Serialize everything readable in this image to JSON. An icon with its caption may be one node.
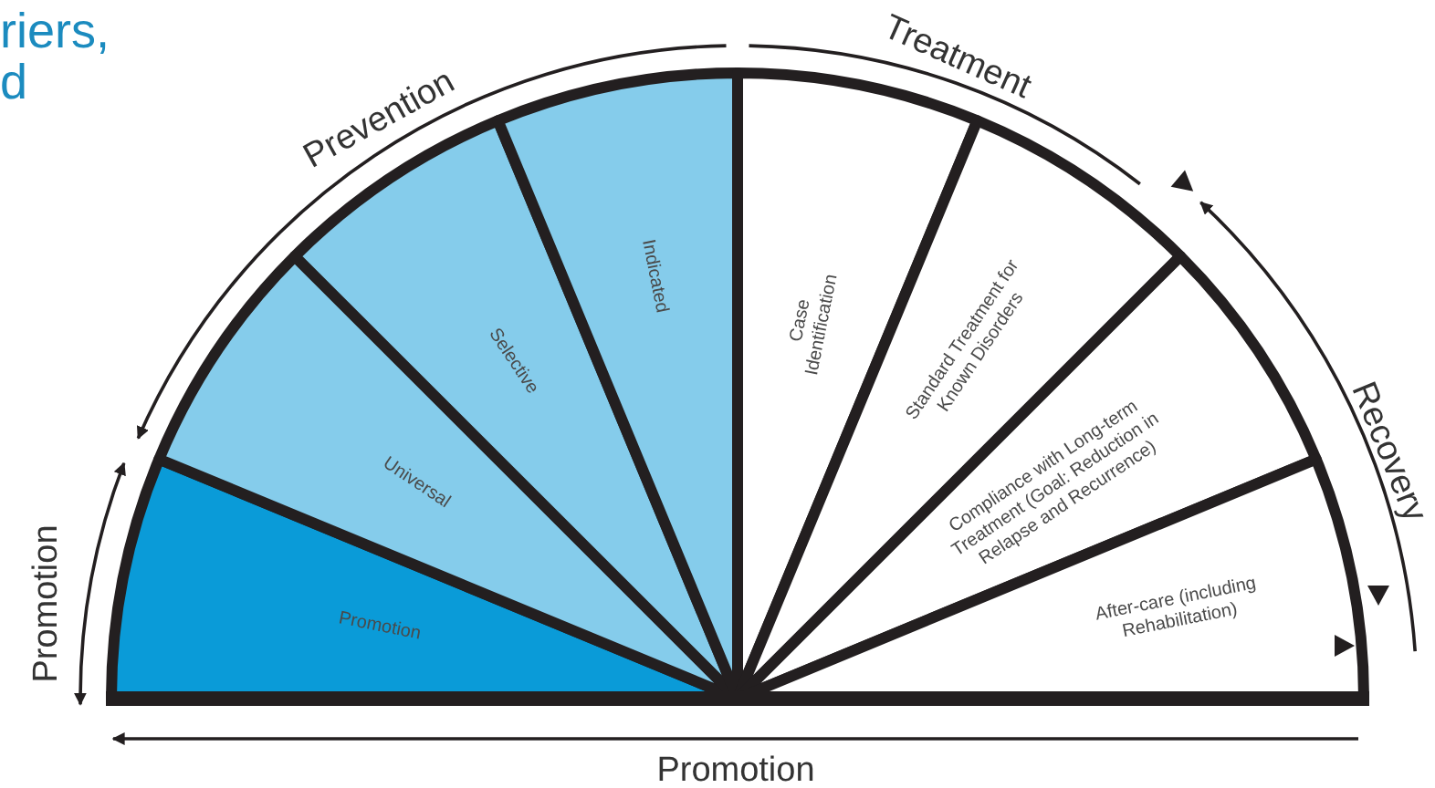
{
  "diagram": {
    "nodes": [
      {
        "text": [
          "Promotion"
        ]
      },
      {
        "text": [
          "Universal"
        ]
      },
      {
        "text": [
          "Selective"
        ]
      },
      {
        "text": [
          "Indicated"
        ]
      },
      {
        "text": [
          "Case Identification"
        ]
      },
      {
        "text": [
          "Standard Treatment for Known Disorders"
        ]
      },
      {
        "text": [
          "Compliance with Long-term Treatment (Goal: Reduction in Relapse and Recurrence)"
        ]
      },
      {
        "text": [
          "After-care (including Rehabilitation)"
        ]
      }
    ],
    "labels": [
      "riers,",
      "d",
      "Prevention",
      "Treatment",
      "Recovery",
      "Promotion",
      "Promotion"
    ]
  }
}
